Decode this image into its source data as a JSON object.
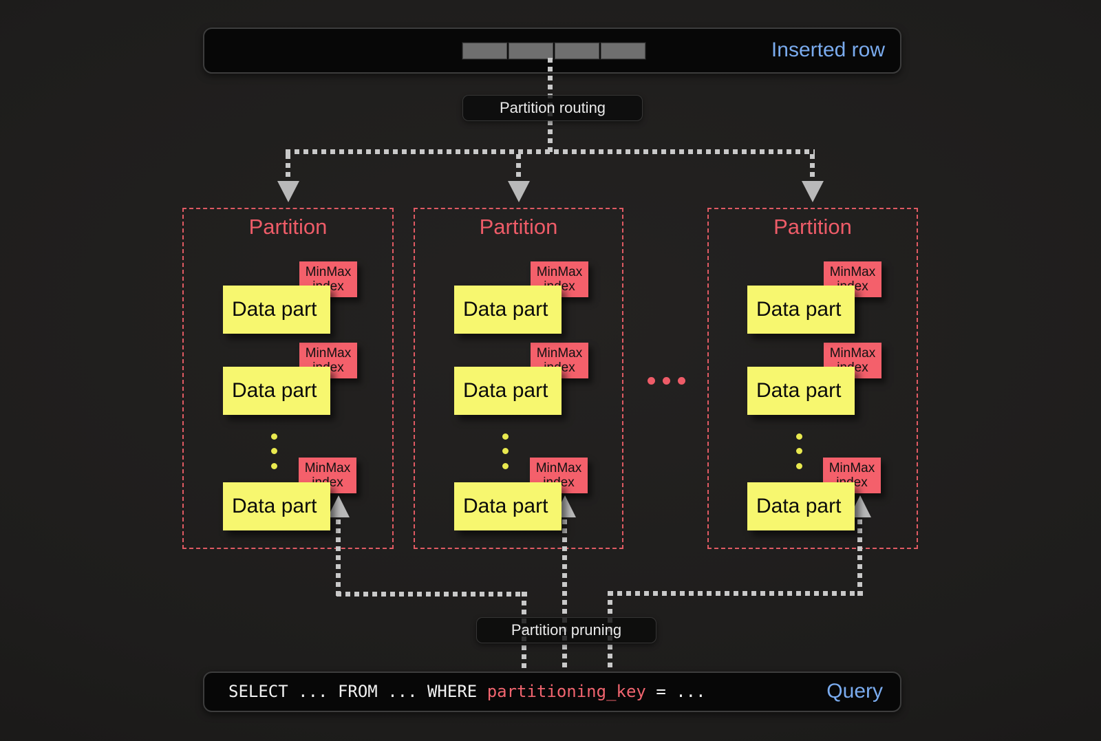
{
  "inserted_row_box": {
    "label": "Inserted row"
  },
  "routing": {
    "label": "Partition routing"
  },
  "pruning": {
    "label": "Partition pruning"
  },
  "partitions": [
    {
      "title": "Partition",
      "parts": [
        {
          "label": "Data part",
          "index_lines": [
            "MinMax",
            "index"
          ]
        },
        {
          "label": "Data part",
          "index_lines": [
            "MinMax",
            "index"
          ]
        },
        {
          "label": "Data part",
          "index_lines": [
            "MinMax",
            "index"
          ]
        }
      ]
    },
    {
      "title": "Partition",
      "parts": [
        {
          "label": "Data part",
          "index_lines": [
            "MinMax",
            "index"
          ]
        },
        {
          "label": "Data part",
          "index_lines": [
            "MinMax",
            "index"
          ]
        },
        {
          "label": "Data part",
          "index_lines": [
            "MinMax",
            "index"
          ]
        }
      ]
    },
    {
      "title": "Partition",
      "parts": [
        {
          "label": "Data part",
          "index_lines": [
            "MinMax",
            "index"
          ]
        },
        {
          "label": "Data part",
          "index_lines": [
            "MinMax",
            "index"
          ]
        },
        {
          "label": "Data part",
          "index_lines": [
            "MinMax",
            "index"
          ]
        }
      ]
    }
  ],
  "query_box": {
    "sql_prefix": "SELECT ... FROM ... WHERE ",
    "sql_key": "partitioning_key",
    "sql_suffix": " = ...",
    "label": "Query"
  },
  "colors": {
    "accent_blue": "#7aabee",
    "partition_red": "#ee5c68",
    "minmax_red": "#f4606b",
    "data_part_yellow": "#f7f76f",
    "sql_key_red": "#f1656f",
    "connector_gray": "#c9c9c9"
  }
}
